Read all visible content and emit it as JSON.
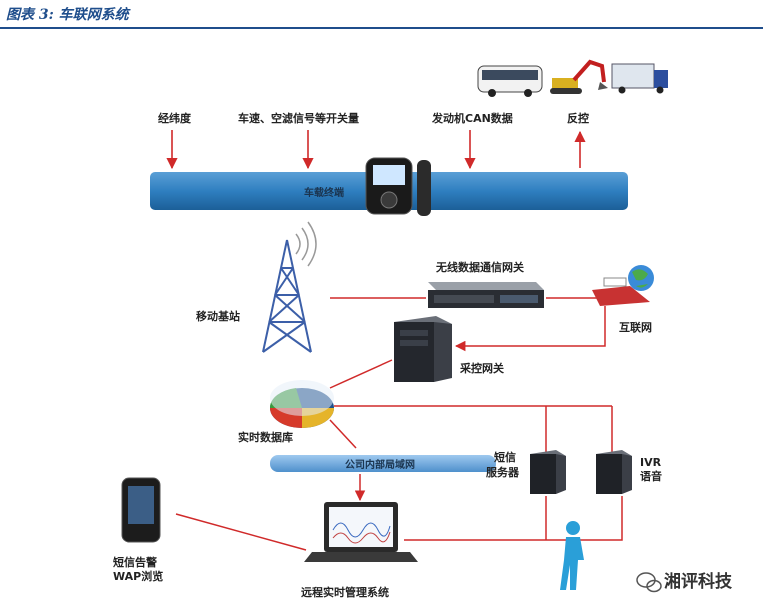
{
  "caption": "图表 3:  车联网系统",
  "labels": {
    "gps": "经纬度",
    "sensors": "车速、空滤信号等开关量",
    "engine_can": "发动机CAN数据",
    "control": "反控",
    "vehicle_terminal": "车载终端",
    "wireless_gateway": "无线数据通信网关",
    "base_station": "移动基站",
    "internet": "互联网",
    "collect_gateway": "采控网关",
    "realtime_db": "实时数据库",
    "lan": "公司内部局域网",
    "sms_server_1": "短信",
    "sms_server_2": "服务器",
    "ivr_1": "IVR",
    "ivr_2": "语音",
    "sms_alarm_1": "短信告警",
    "sms_alarm_2": "WAP浏览",
    "remote_mgmt": "远程实时管理系统"
  },
  "watermark": "湘评科技",
  "colors": {
    "caption": "#1f4e8c",
    "bus": "#2a6fa8",
    "arrow": "#d02a2a",
    "tower": "#3c5fa8"
  },
  "icons": [
    "bus-icon",
    "excavator-icon",
    "truck-icon",
    "vehicle-terminal-icon",
    "radio-wave-icon",
    "tower-icon",
    "rack-server-icon",
    "ship-icon",
    "globe-icon",
    "server-tower-icon",
    "database-pie-icon",
    "phone-icon",
    "laptop-icon",
    "person-icon",
    "wechat-icon"
  ]
}
